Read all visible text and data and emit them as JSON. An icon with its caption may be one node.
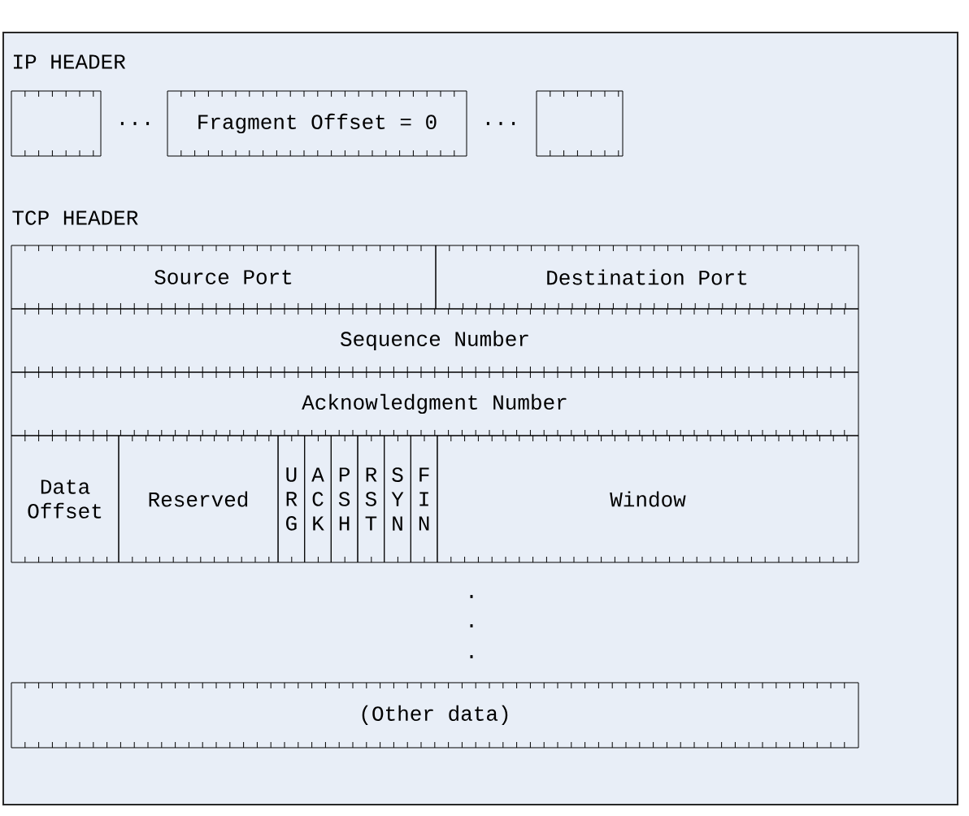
{
  "diagram": {
    "nodes": [
      {
        "text": [],
        "shape": "box"
      },
      {
        "text": [
          "Fragment Offset = 0"
        ]
      },
      {
        "text": [],
        "shape": "box"
      },
      {
        "text": [
          "Source Port"
        ]
      },
      {
        "text": [
          "Destination Port"
        ]
      },
      {
        "text": [
          "Sequence Number"
        ]
      },
      {
        "text": [
          "Acknowledgment Number"
        ]
      },
      {
        "text": [
          "Data Offset"
        ]
      },
      {
        "text": [
          "Reserved"
        ]
      },
      {
        "text": [
          "U R G"
        ]
      },
      {
        "text": [
          "A C K"
        ]
      },
      {
        "text": [
          "P S H"
        ]
      },
      {
        "text": [
          "R S T"
        ]
      },
      {
        "text": [
          "S Y N"
        ]
      },
      {
        "text": [
          "F I N"
        ]
      },
      {
        "text": [
          "Window"
        ]
      },
      {
        "text": [
          "(Other data)"
        ]
      }
    ],
    "labels": [
      "IP HEADER",
      "...",
      "...",
      "TCP HEADER",
      ".",
      ".",
      "."
    ]
  }
}
